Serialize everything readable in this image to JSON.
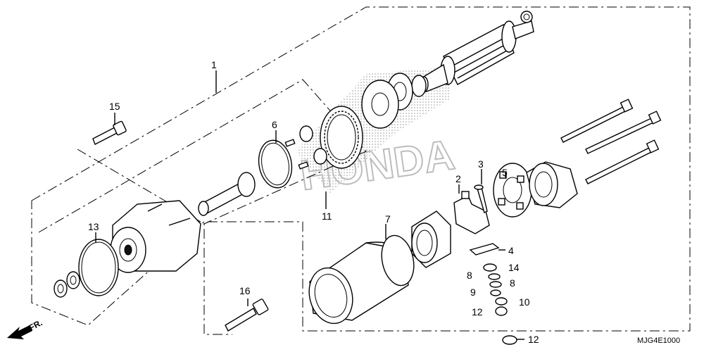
{
  "callouts": {
    "c1": "1",
    "c2": "2",
    "c3": "3",
    "c4": "4",
    "c5": "5",
    "c6": "6",
    "c7": "7",
    "c8a": "8",
    "c8b": "8",
    "c9": "9",
    "c10": "10",
    "c11": "11",
    "c12a": "12",
    "c12b": "12",
    "c13": "13",
    "c14": "14",
    "c15": "15",
    "c16": "16"
  },
  "direction_label": "FR.",
  "diagram_code": "MJG4E1000",
  "watermark": "HONDA"
}
